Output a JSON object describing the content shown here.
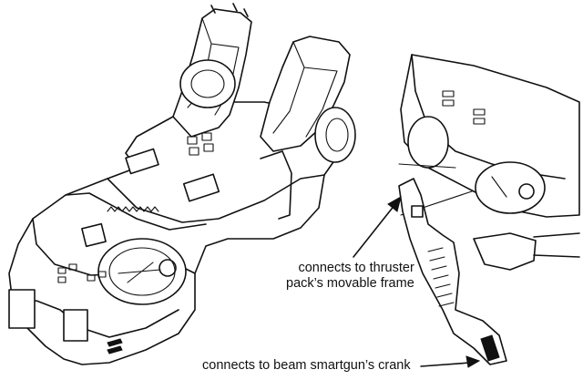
{
  "callouts": {
    "thruster": {
      "line1": "connects to thruster",
      "line2": "pack’s movable frame"
    },
    "smartgun": {
      "text": "connects to beam smartgun’s crank"
    }
  },
  "colors": {
    "ink": "#111111",
    "paper": "#ffffff"
  }
}
